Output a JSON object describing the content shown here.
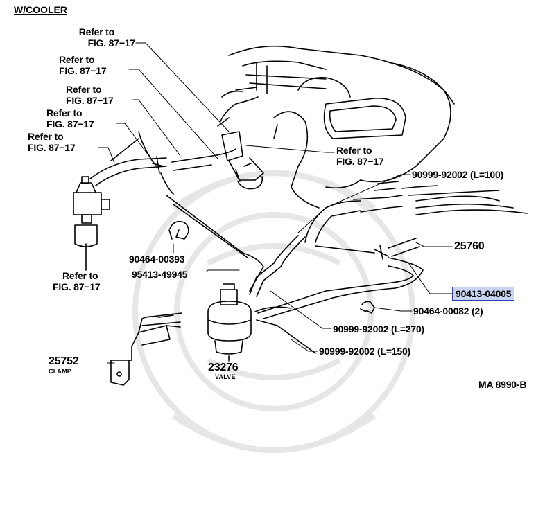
{
  "diagram": {
    "title": "W/COOLER",
    "drawing_code": "MA 8990-B",
    "refer_labels": [
      {
        "line1": "Refer to",
        "line2": "FIG. 87−17"
      },
      {
        "line1": "Refer to",
        "line2": "FIG. 87−17"
      },
      {
        "line1": "Refer to",
        "line2": "FIG. 87−17"
      },
      {
        "line1": "Refer to",
        "line2": "FIG. 87−17"
      },
      {
        "line1": "Refer to",
        "line2": "FIG. 87−17"
      },
      {
        "line1": "Refer to",
        "line2": "FIG. 87−17"
      },
      {
        "line1": "Refer to",
        "line2": "FIG. 87−17"
      }
    ],
    "parts": [
      {
        "number": "90999-92002 (L=100)"
      },
      {
        "number": "25760"
      },
      {
        "number": "90413-04005",
        "highlighted": true
      },
      {
        "number": "90464-00082 (2)"
      },
      {
        "number": "90999-92002 (L=270)"
      },
      {
        "number": "90999-92002 (L=150)"
      },
      {
        "number": "90464-00393"
      },
      {
        "number": "95413-49945"
      },
      {
        "number": "25752",
        "caption": "CLAMP"
      },
      {
        "number": "23276",
        "caption": "VALVE"
      }
    ],
    "colors": {
      "highlight_fill": "#c9d3f2",
      "highlight_border": "#2a3fae",
      "watermark": "#e6e6e6",
      "ink": "#000000"
    }
  }
}
